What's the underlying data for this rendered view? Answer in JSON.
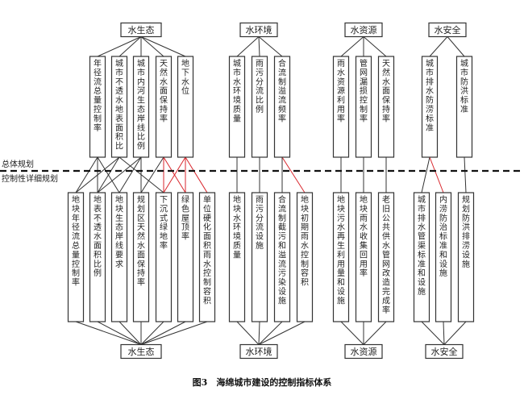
{
  "figure_caption": "图3　海绵城市建设的控制指标体系",
  "level_labels": {
    "upper": "总体规划",
    "lower": "控制性详细规划"
  },
  "categories": [
    {
      "id": "eco",
      "name": "水生态"
    },
    {
      "id": "env",
      "name": "水环境"
    },
    {
      "id": "res",
      "name": "水资源"
    },
    {
      "id": "safe",
      "name": "水安全"
    }
  ],
  "top_indicators": [
    {
      "id": "t1",
      "cat": "eco",
      "label": "年径流总量控制率"
    },
    {
      "id": "t2",
      "cat": "eco",
      "label": "城市不透水地表面积比"
    },
    {
      "id": "t3",
      "cat": "eco",
      "label": "城市内河生态岸线比例"
    },
    {
      "id": "t4",
      "cat": "eco",
      "label": "天然水面保持率"
    },
    {
      "id": "t5",
      "cat": "eco",
      "label": "地下水位"
    },
    {
      "id": "t6",
      "cat": "env",
      "label": "城市水环境质量"
    },
    {
      "id": "t7",
      "cat": "env",
      "label": "雨污分流比例"
    },
    {
      "id": "t8",
      "cat": "env",
      "label": "合流制溢流频率"
    },
    {
      "id": "t9",
      "cat": "res",
      "label": "雨水资源利用率"
    },
    {
      "id": "t10",
      "cat": "res",
      "label": "管网漏损控制率"
    },
    {
      "id": "t11",
      "cat": "res",
      "label": "天然水面保持率"
    },
    {
      "id": "t12",
      "cat": "safe",
      "label": "城市排水防涝标准"
    },
    {
      "id": "t13",
      "cat": "safe",
      "label": "城市防洪标准"
    }
  ],
  "bottom_indicators": [
    {
      "id": "b1",
      "cat": "eco",
      "label": "地块年径流总量控制率"
    },
    {
      "id": "b2",
      "cat": "eco",
      "label": "地表不透水面积比例"
    },
    {
      "id": "b3",
      "cat": "eco",
      "label": "地块生态岸线要求"
    },
    {
      "id": "b4",
      "cat": "eco",
      "label": "规划区天然水面保持率"
    },
    {
      "id": "b5",
      "cat": "eco",
      "label": "下沉式绿地率"
    },
    {
      "id": "b6",
      "cat": "eco",
      "label": "绿色屋顶率"
    },
    {
      "id": "b7",
      "cat": "eco",
      "label": "单位硬化面积雨水控制容积"
    },
    {
      "id": "b8",
      "cat": "env",
      "label": "地块水环境质量"
    },
    {
      "id": "b9",
      "cat": "env",
      "label": "雨污分流设施"
    },
    {
      "id": "b10",
      "cat": "env",
      "label": "合流制截污和溢流污染设施"
    },
    {
      "id": "b11",
      "cat": "env",
      "label": "地块初期雨水控制容积"
    },
    {
      "id": "b12",
      "cat": "res",
      "label": "地块污水再生利用量和设施"
    },
    {
      "id": "b13",
      "cat": "res",
      "label": "地块雨水收集回用率"
    },
    {
      "id": "b14",
      "cat": "res",
      "label": "老旧公共供水管网改造完成率"
    },
    {
      "id": "b15",
      "cat": "safe",
      "label": "城市排水管渠标准和设施"
    },
    {
      "id": "b16",
      "cat": "safe",
      "label": "内涝防治标准和设施"
    },
    {
      "id": "b17",
      "cat": "safe",
      "label": "规划防洪排涝设施"
    }
  ],
  "links": [
    {
      "from": "t1",
      "to": "b1",
      "color": "black"
    },
    {
      "from": "t1",
      "to": "b2",
      "color": "black"
    },
    {
      "from": "t1",
      "to": "b3",
      "color": "black"
    },
    {
      "from": "t2",
      "to": "b1",
      "color": "black"
    },
    {
      "from": "t2",
      "to": "b2",
      "color": "black"
    },
    {
      "from": "t2",
      "to": "b5",
      "color": "black"
    },
    {
      "from": "t3",
      "to": "b3",
      "color": "black"
    },
    {
      "from": "t3",
      "to": "b2",
      "color": "black"
    },
    {
      "from": "t3",
      "to": "b4",
      "color": "black"
    },
    {
      "from": "t4",
      "to": "b4",
      "color": "black"
    },
    {
      "from": "t4",
      "to": "b5",
      "color": "red"
    },
    {
      "from": "t4",
      "to": "b6",
      "color": "red"
    },
    {
      "from": "t5",
      "to": "b5",
      "color": "red"
    },
    {
      "from": "t5",
      "to": "b6",
      "color": "red"
    },
    {
      "from": "t5",
      "to": "b7",
      "color": "red"
    },
    {
      "from": "t6",
      "to": "b8",
      "color": "black"
    },
    {
      "from": "t7",
      "to": "b9",
      "color": "black"
    },
    {
      "from": "t8",
      "to": "b10",
      "color": "black"
    },
    {
      "from": "t8",
      "to": "b11",
      "color": "red"
    },
    {
      "from": "t9",
      "to": "b12",
      "color": "black"
    },
    {
      "from": "t10",
      "to": "b13",
      "color": "black"
    },
    {
      "from": "t11",
      "to": "b14",
      "color": "black"
    },
    {
      "from": "t12",
      "to": "b15",
      "color": "black"
    },
    {
      "from": "t12",
      "to": "b16",
      "color": "red"
    },
    {
      "from": "t13",
      "to": "b17",
      "color": "black"
    }
  ],
  "colors": {
    "black_link": "#333333",
    "red_link": "#d9262c",
    "divider": "#111111"
  }
}
